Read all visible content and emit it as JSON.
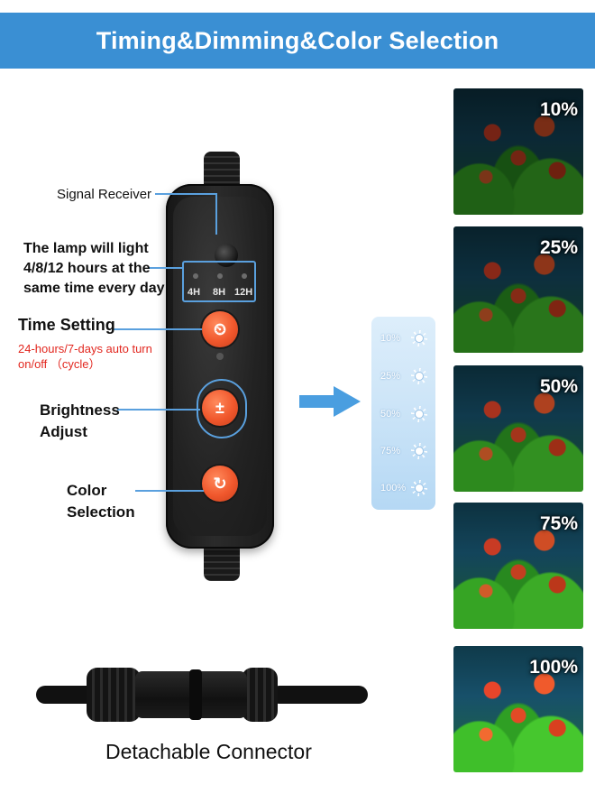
{
  "banner": {
    "title": "Timing&Dimming&Color Selection"
  },
  "colors": {
    "banner": "#3a8fd3",
    "accent_line": "#5aa0de",
    "button": "#f0572c",
    "note_red": "#e2271f"
  },
  "controller": {
    "led_labels": [
      "4H",
      "8H",
      "12H"
    ],
    "buttons": [
      {
        "icon": "timer-icon",
        "glyph": "⏲"
      },
      {
        "icon": "plus-minus-icon",
        "glyph": "±"
      },
      {
        "icon": "cycle-icon",
        "glyph": "↻"
      }
    ]
  },
  "labels": {
    "signal_receiver": "Signal Receiver",
    "lamp_light": "The lamp will light 4/8/12 hours at the same time every day",
    "time_setting": "Time Setting",
    "auto_turn": "24-hours/7-days auto turn on/off （cycle）",
    "brightness": "Brightness Adjust",
    "color_selection": "Color Selection",
    "detachable": "Detachable Connector"
  },
  "panel": {
    "levels": [
      "10%",
      "25%",
      "50%",
      "75%",
      "100%"
    ]
  },
  "tiles": {
    "levels": [
      "10%",
      "25%",
      "50%",
      "75%",
      "100%"
    ],
    "brightness": [
      0.1,
      0.25,
      0.5,
      0.75,
      1.0
    ]
  }
}
